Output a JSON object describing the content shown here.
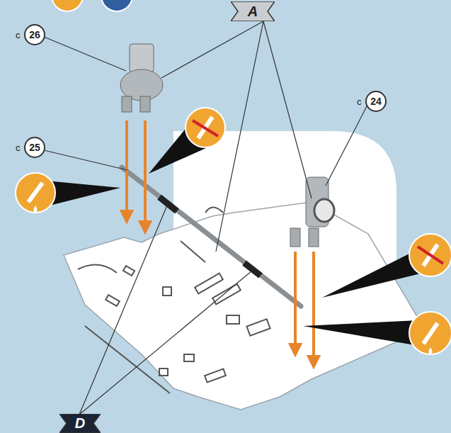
{
  "diagram": {
    "nodes": [
      {
        "text": [
          "A"
        ]
      },
      {
        "text": [
          "c",
          "26"
        ]
      },
      {
        "text": [
          "c",
          "24"
        ]
      },
      {
        "text": [
          "c",
          "25"
        ]
      },
      {
        "text": [
          "D"
        ]
      }
    ]
  }
}
